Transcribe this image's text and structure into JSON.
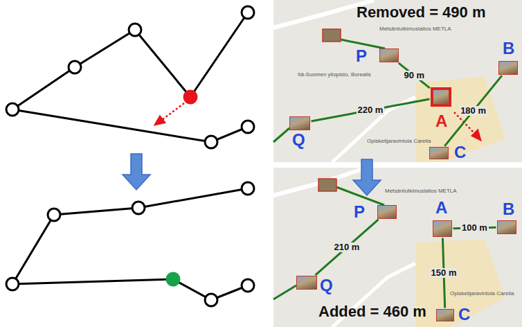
{
  "diagram": {
    "nodes": [
      {
        "text": [
          "P"
        ]
      },
      {
        "text": [
          "A"
        ]
      },
      {
        "text": [
          "B"
        ]
      },
      {
        "text": [
          "Q"
        ]
      },
      {
        "text": [
          "C"
        ]
      },
      {
        "text": [
          "P"
        ]
      },
      {
        "text": [
          "A"
        ]
      },
      {
        "text": [
          "B"
        ]
      },
      {
        "text": [
          "Q"
        ]
      },
      {
        "text": [
          "C"
        ]
      }
    ],
    "edges": [
      {
        "from": 0,
        "to": 1,
        "label": "90 m",
        "arrow": "none"
      },
      {
        "from": 3,
        "to": 1,
        "label": "220 m",
        "arrow": "none"
      },
      {
        "from": 2,
        "to": 4,
        "label": "180 m",
        "arrow": "none"
      },
      {
        "from": 5,
        "to": 8,
        "label": "210 m",
        "arrow": "none"
      },
      {
        "from": 6,
        "to": 7,
        "label": "100 m",
        "arrow": "none"
      },
      {
        "from": 6,
        "to": 9,
        "label": "150 m",
        "arrow": "none"
      }
    ],
    "labels": [
      "Removed = 490 m",
      "Metsäntutkimuslaitos METLA",
      "Itä-Suomen yliopisto, Borealis",
      "Opiskelijaravintola Carelia",
      "Added = 460 m",
      "Metsäntutkimuslaitos METLA",
      "Opiskelijaravintola Carelia"
    ]
  }
}
